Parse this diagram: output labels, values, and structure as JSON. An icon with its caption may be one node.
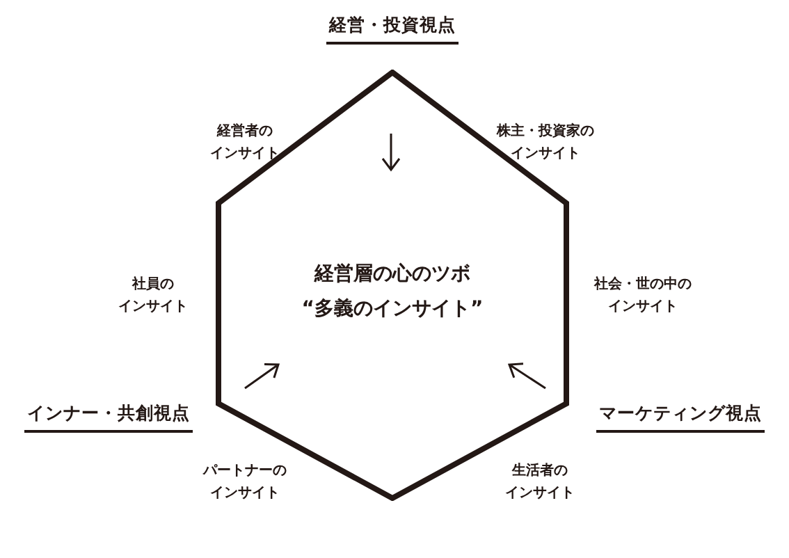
{
  "diagram": {
    "nodes": [
      {
        "text": [
          "経営層の心のツボ",
          "“多義のインサイト”"
        ]
      }
    ],
    "labels": [
      "経営・投資視点",
      "経営者のインサイト",
      "株主・投資家のインサイト",
      "社員のインサイト",
      "社会・世の中のインサイト",
      "インナー・共創視点",
      "マーケティング視点",
      "パートナーのインサイト",
      "生活者のインサイト"
    ]
  }
}
